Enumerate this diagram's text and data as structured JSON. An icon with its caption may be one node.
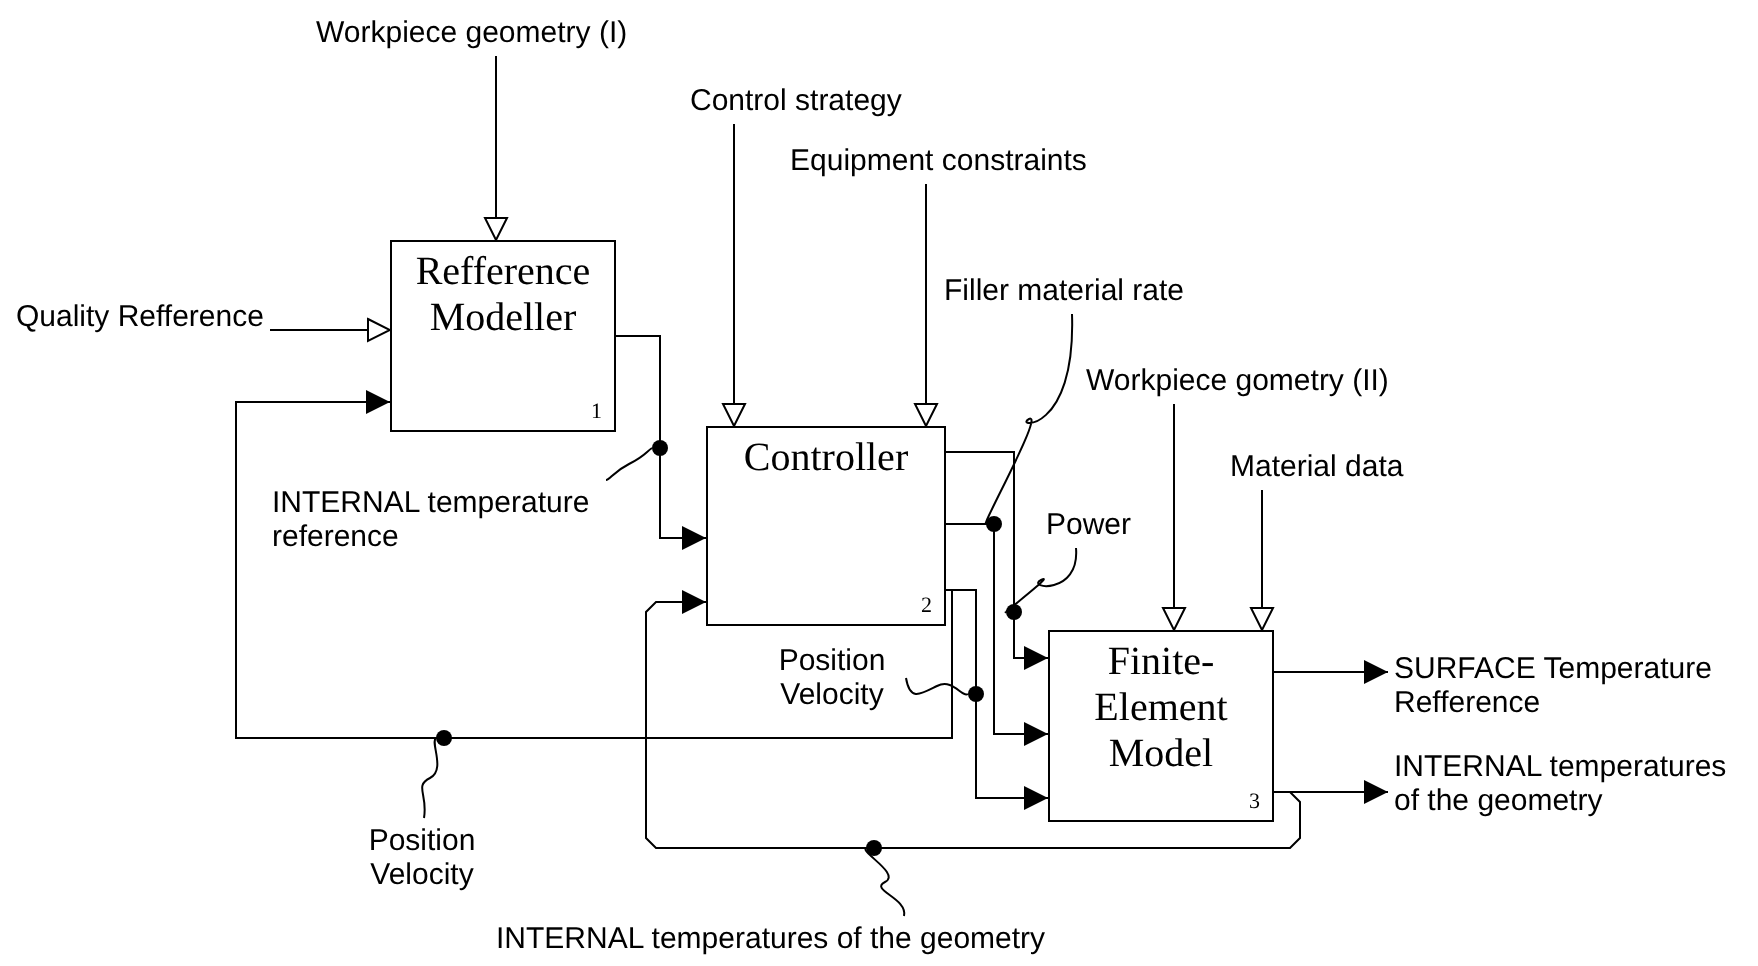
{
  "diagram": {
    "nodes": [
      {
        "text": [
          "Workpiece geometry (I)"
        ]
      },
      {
        "text": [
          "Quality Refference"
        ]
      },
      {
        "text": [
          "Refference Modeller",
          "1"
        ]
      },
      {
        "text": [
          "Control strategy"
        ]
      },
      {
        "text": [
          "Equipment constraints"
        ]
      },
      {
        "text": [
          "Controller",
          "2"
        ]
      },
      {
        "text": [
          "Workpiece gometry (II)"
        ]
      },
      {
        "text": [
          "Material data"
        ]
      },
      {
        "text": [
          "Finite-Element Model",
          "3"
        ]
      },
      {
        "text": [
          "SURFACE Temperature Refference"
        ]
      },
      {
        "text": [
          "INTERNAL temperatures of the geometry"
        ]
      },
      {
        "text": [
          "INTERNAL temperature reference"
        ]
      },
      {
        "text": [
          "Filler material rate"
        ]
      },
      {
        "text": [
          "Power"
        ]
      },
      {
        "text": [
          "Position Velocity"
        ]
      },
      {
        "text": [
          "Position Velocity"
        ]
      },
      {
        "text": [
          "INTERNAL temperatures of the geometry"
        ]
      },
      {
        "text": [],
        "shape": "circle"
      },
      {
        "text": [],
        "shape": "circle"
      },
      {
        "text": [],
        "shape": "circle"
      },
      {
        "text": [],
        "shape": "circle"
      },
      {
        "text": [],
        "shape": "circle"
      },
      {
        "text": [],
        "shape": "circle"
      }
    ],
    "edges": [
      {
        "from": 0,
        "to": 2,
        "arrow": "to"
      },
      {
        "from": 1,
        "to": 2,
        "arrow": "to"
      },
      {
        "from": 3,
        "to": 5,
        "arrow": "to"
      },
      {
        "from": 4,
        "to": 5,
        "arrow": "to"
      },
      {
        "from": 2,
        "to": 5,
        "arrow": "to"
      },
      {
        "from": 5,
        "to": 2,
        "arrow": "to"
      },
      {
        "from": 5,
        "to": 8,
        "arrow": "to"
      },
      {
        "from": 5,
        "to": 8,
        "arrow": "to"
      },
      {
        "from": 5,
        "to": 8,
        "arrow": "to"
      },
      {
        "from": 8,
        "to": 5,
        "arrow": "to"
      },
      {
        "from": 6,
        "to": 8,
        "arrow": "to"
      },
      {
        "from": 7,
        "to": 8,
        "arrow": "to"
      },
      {
        "from": 8,
        "to": 9,
        "arrow": "to"
      },
      {
        "from": 8,
        "to": 10,
        "arrow": "to"
      },
      {
        "from": 11,
        "to": 18,
        "arrow": "none"
      },
      {
        "from": 12,
        "to": 21,
        "arrow": "none"
      },
      {
        "from": 13,
        "to": 22,
        "arrow": "none"
      },
      {
        "from": 14,
        "to": 20,
        "arrow": "none"
      },
      {
        "from": 15,
        "to": 17,
        "arrow": "none"
      },
      {
        "from": 16,
        "to": 19,
        "arrow": "none"
      }
    ]
  }
}
